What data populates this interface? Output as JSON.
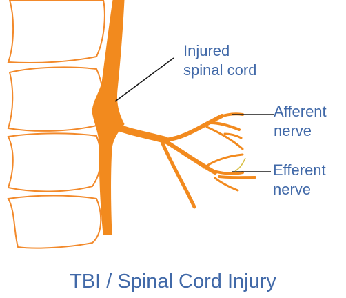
{
  "labels": {
    "injured": [
      "Injured",
      "spinal cord"
    ],
    "afferent": [
      "Afferent",
      "nerve"
    ],
    "efferent": [
      "Efferent",
      "nerve"
    ]
  },
  "title": "TBI / Spinal Cord Injury",
  "colors": {
    "label_text": "#4169a8",
    "spinal_cord": "#f28a1e",
    "vertebra_outline": "#f2892a",
    "leader_line": "#1a1a1a"
  }
}
